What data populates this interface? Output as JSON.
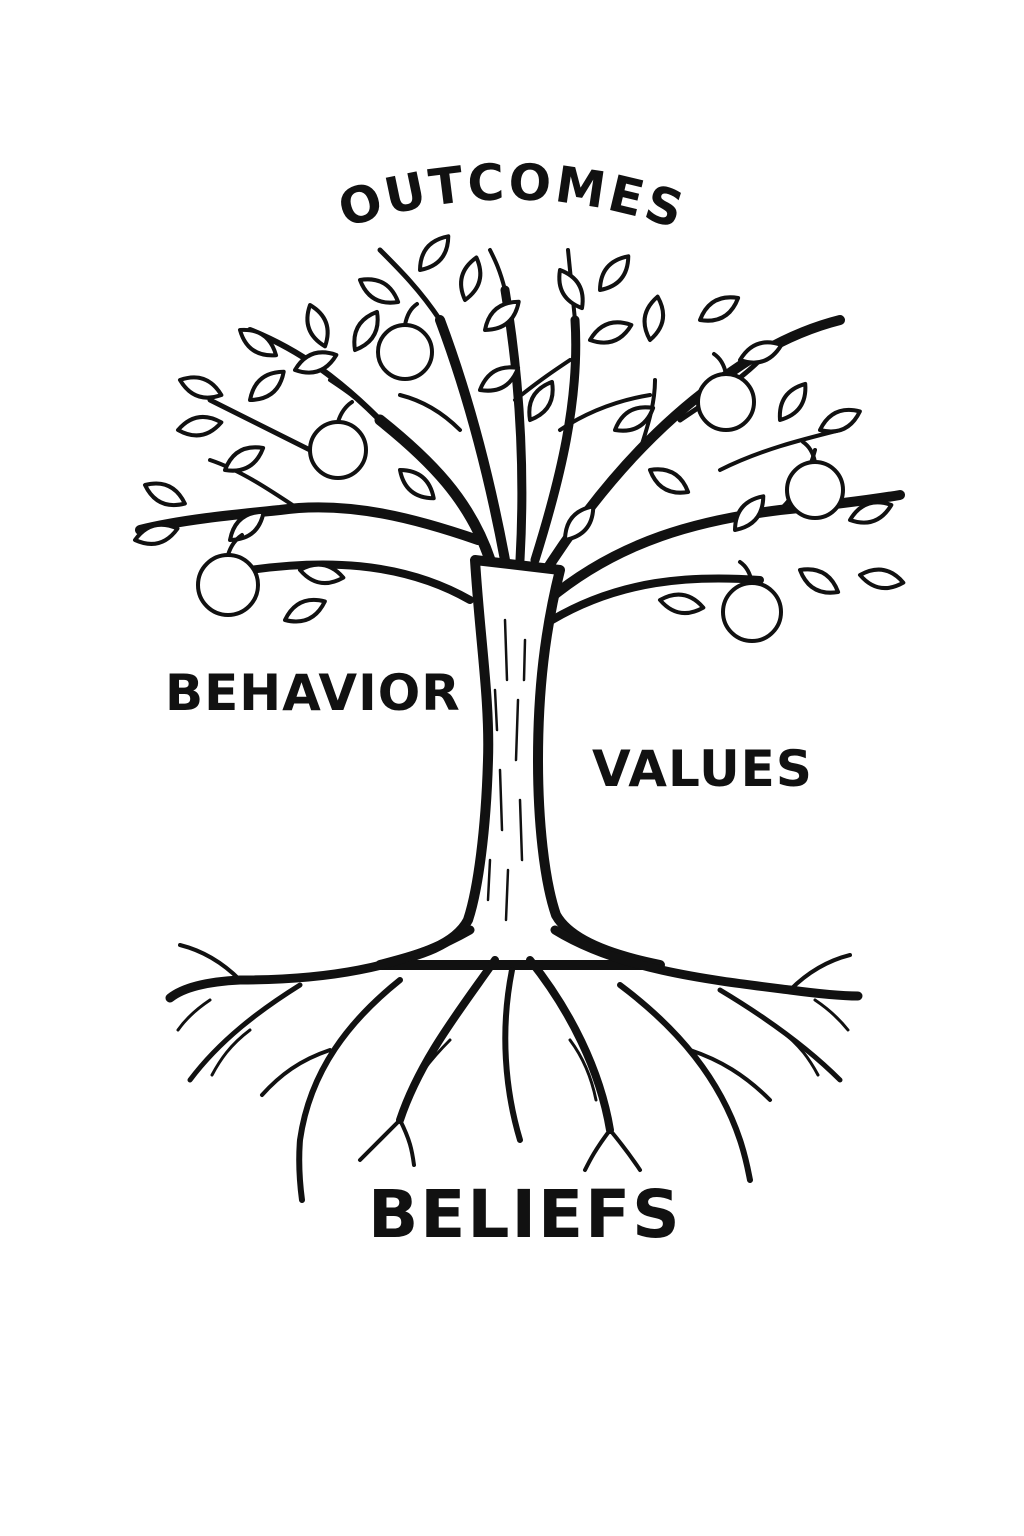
{
  "diagram": {
    "labels": {
      "top": "OUTCOMES",
      "left": "BEHAVIOR",
      "right": "VALUES",
      "bottom": "BELIEFS"
    },
    "colors": {
      "ink": "#111111",
      "background": "#ffffff"
    },
    "parts": {
      "fruit_icon": "apple-icon",
      "leaf_icon": "leaf-icon"
    }
  }
}
